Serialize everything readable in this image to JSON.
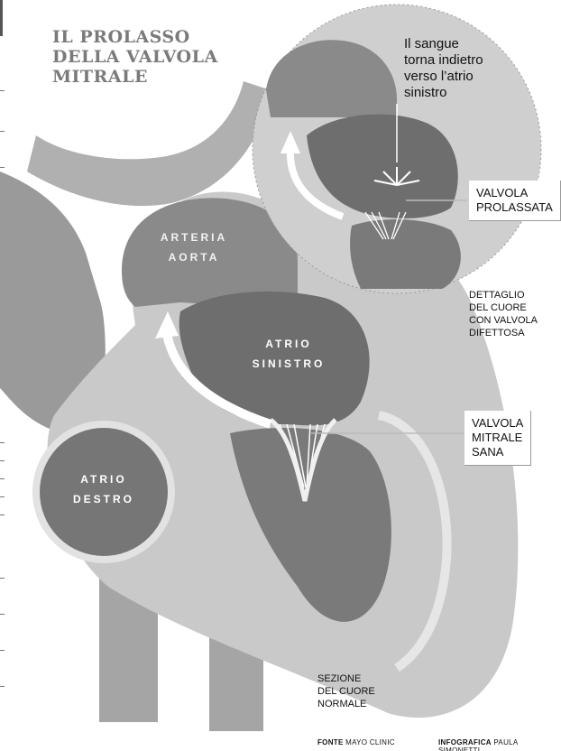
{
  "title": "IL PROLASSO\nDELLA VALVOLA\nMITRALE",
  "callouts": {
    "blood_backflow": "Il sangue\ntorna indietro\nverso l’atrio\nsinistro",
    "prolapsed_valve": "VALVOLA\nPROLASSATA",
    "healthy_valve": "VALVOLA\nMITRALE\nSANA"
  },
  "chambers": {
    "aorta": "ARTERIA\nAORTA",
    "left_atrium": "ATRIO\nSINISTRO",
    "right_atrium": "ATRIO\nDESTRO"
  },
  "captions": {
    "detail": "DETTAGLIO\nDEL CUORE\nCON VALVOLA\nDIFETTOSA",
    "section": "SEZIONE\nDEL CUORE\nNORMALE"
  },
  "credits": {
    "source_label": "FONTE",
    "source_value": "MAYO CLINIC",
    "graphic_label": "INFOGRAFICA",
    "graphic_value": "PAULA SIMONETTI"
  }
}
